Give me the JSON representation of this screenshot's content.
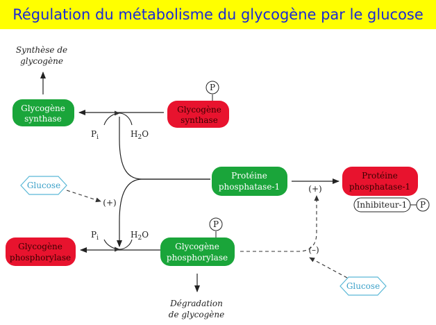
{
  "title": "Régulation du métabolisme du glycogène par le glucose",
  "colors": {
    "green": "#1aa53a",
    "red": "#e8132e",
    "glucose": "#5ab8d6",
    "title_bg": "#ffff00",
    "title_text": "#1a2ad6"
  },
  "nodes": {
    "gs_active": [
      "Glycogène",
      "synthase"
    ],
    "gs_phospho": [
      "Glycogène",
      "synthase"
    ],
    "pp1_active": [
      "Protéine",
      "phosphatase-1"
    ],
    "pp1_inhibited": [
      "Protéine",
      "phosphatase-1"
    ],
    "gp_inactive": [
      "Glycogène",
      "phosphorylase"
    ],
    "gp_active": [
      "Glycogène",
      "phosphorylase"
    ]
  },
  "labels": {
    "synthesis": [
      "Synthèse de",
      "glycogène"
    ],
    "degradation": [
      "Dégradation",
      "de glycogène"
    ],
    "inhibitor": "Inhibiteur-1",
    "phosphate": "P",
    "pi": "P",
    "pi_sub": "i",
    "h2o_h": "H",
    "h2o_sub": "2",
    "h2o_o": "O",
    "plus": "(+)",
    "minus": "(–)",
    "glucose": "Glucose"
  }
}
